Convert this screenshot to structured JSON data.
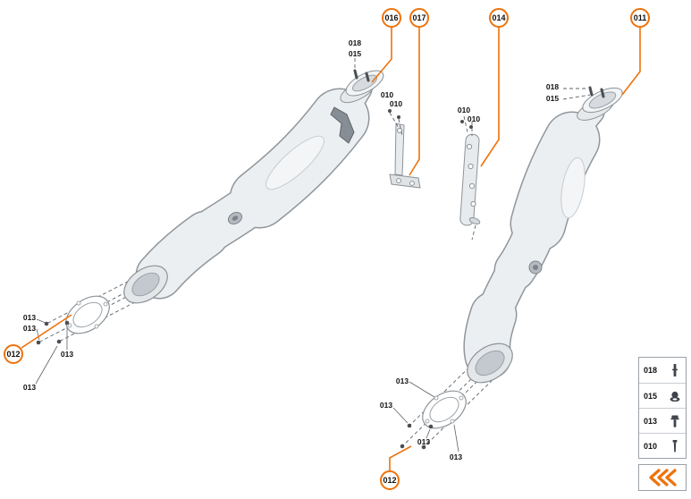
{
  "colors": {
    "accent": "#ee720b",
    "illustration_line": "#8d9398",
    "pipe_fill": "#eceff1"
  },
  "callouts": [
    {
      "id": "016",
      "label": "016"
    },
    {
      "id": "017",
      "label": "017"
    },
    {
      "id": "014",
      "label": "014"
    },
    {
      "id": "011",
      "label": "011"
    },
    {
      "id": "012-left",
      "label": "012"
    },
    {
      "id": "012-bottom",
      "label": "012"
    }
  ],
  "part_labels": [
    "018",
    "015",
    "010",
    "010",
    "010",
    "010",
    "018",
    "015",
    "013",
    "013",
    "013",
    "013",
    "013",
    "013",
    "013",
    "013"
  ],
  "legend": {
    "rows": [
      {
        "part": "018",
        "icon": "stud-icon"
      },
      {
        "part": "015",
        "icon": "cap-nut-icon"
      },
      {
        "part": "013",
        "icon": "flange-bolt-icon"
      },
      {
        "part": "010",
        "icon": "screw-icon"
      }
    ],
    "nav_icon": "related-diagrams-arrows-icon"
  }
}
